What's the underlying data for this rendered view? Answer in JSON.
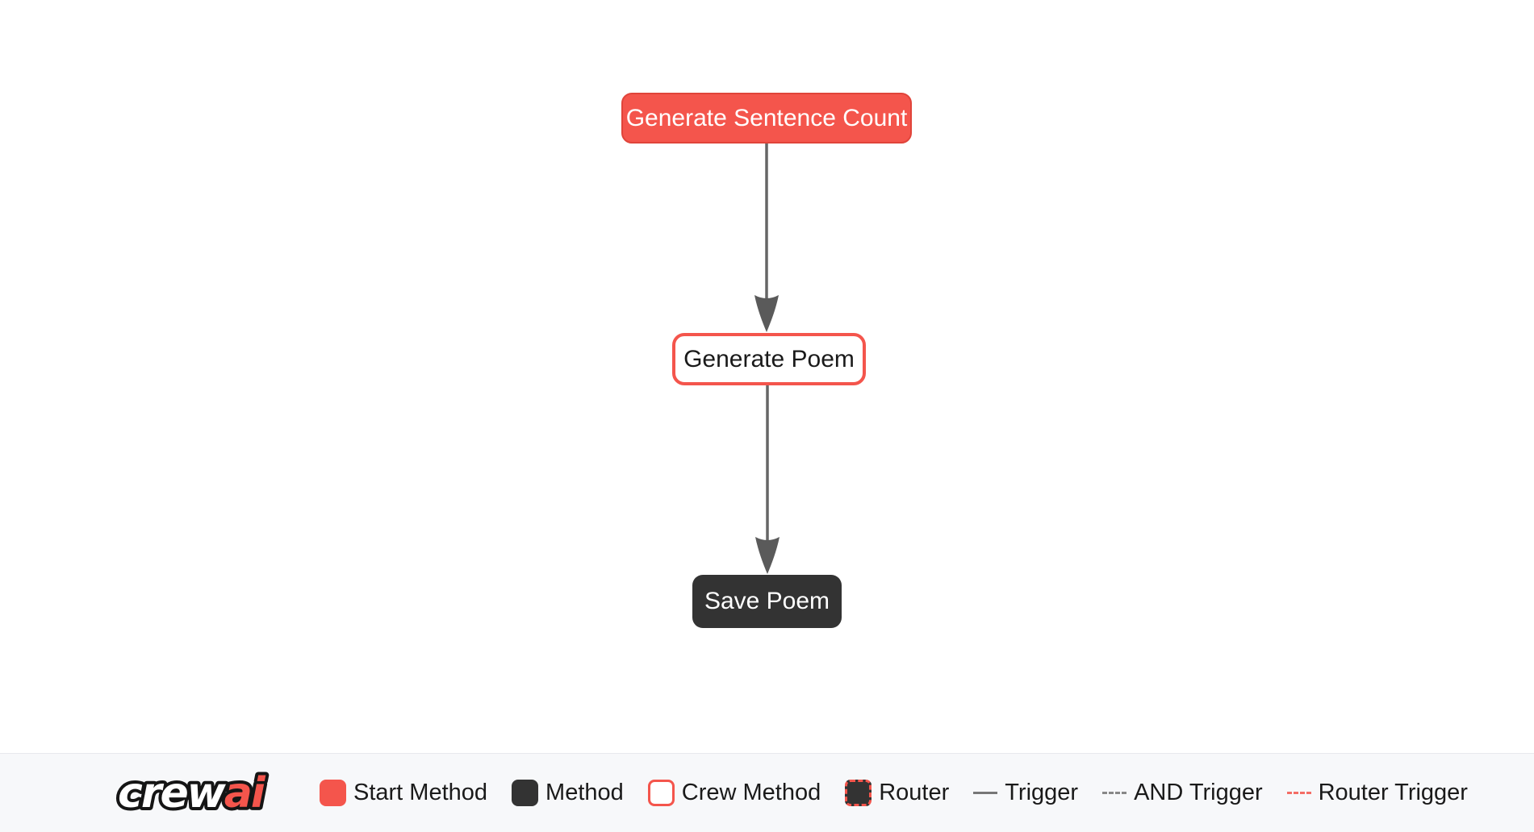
{
  "colors": {
    "accent": "#F4554C",
    "accent-border": "#E0443A",
    "dark": "#333333",
    "arrow": "#666666",
    "arrow-head": "#5A5A5A",
    "legend-bg": "#F7F8FA",
    "legend-border": "#E7E9ED",
    "ink": "#1A1A1A"
  },
  "canvas": {
    "nodes": [
      {
        "id": "generate_sentence_count",
        "label": "Generate Sentence Count",
        "type": "start-method"
      },
      {
        "id": "generate_poem",
        "label": "Generate Poem",
        "type": "crew-method"
      },
      {
        "id": "save_poem",
        "label": "Save Poem",
        "type": "method"
      }
    ],
    "edges": [
      {
        "from": "generate_sentence_count",
        "to": "generate_poem",
        "type": "trigger"
      },
      {
        "from": "generate_poem",
        "to": "save_poem",
        "type": "trigger"
      }
    ]
  },
  "legend": {
    "logo": {
      "part1": "crew",
      "part2": "ai"
    },
    "items": [
      {
        "label": "Start Method",
        "swatch": "start-method"
      },
      {
        "label": "Method",
        "swatch": "method"
      },
      {
        "label": "Crew Method",
        "swatch": "crew-method"
      },
      {
        "label": "Router",
        "swatch": "router"
      },
      {
        "label": "Trigger",
        "swatch": "trigger-line"
      },
      {
        "label": "AND Trigger",
        "swatch": "and-trigger-line"
      },
      {
        "label": "Router Trigger",
        "swatch": "router-trigger-line"
      }
    ]
  }
}
